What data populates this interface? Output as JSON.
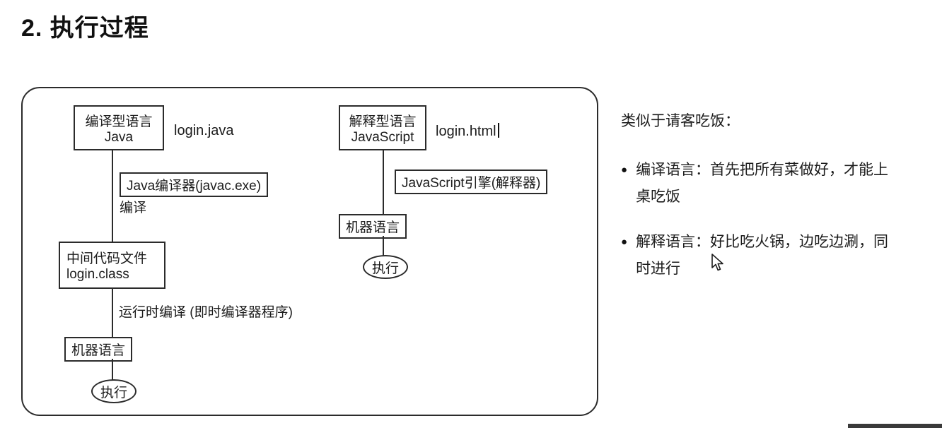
{
  "page": {
    "title": "2. 执行过程"
  },
  "diagram": {
    "java_flow": {
      "lang_lines": [
        "编译型语言",
        "Java"
      ],
      "file_label": "login.java",
      "compiler_box": "Java编译器(javac.exe)",
      "compile_label": "编译",
      "intermediate_lines": [
        "中间代码文件",
        "login.class"
      ],
      "runtime_label": "运行时编译 (即时编译器程序)",
      "machine_box": "机器语言",
      "execute_label": "执行"
    },
    "js_flow": {
      "lang_lines": [
        "解释型语言",
        "JavaScript"
      ],
      "file_label": "login.html",
      "engine_box": "JavaScript引擎(解释器)",
      "machine_box": "机器语言",
      "execute_label": "执行"
    }
  },
  "notes": {
    "heading": "类似于请客吃饭：",
    "bullets": [
      "编译语言：首先把所有菜做好，才能上桌吃饭",
      "解释语言：好比吃火锅，边吃边涮，同时进行"
    ]
  },
  "colors": {
    "ink": "#1c1c1c",
    "border": "#2b2b2b",
    "background": "#ffffff"
  }
}
